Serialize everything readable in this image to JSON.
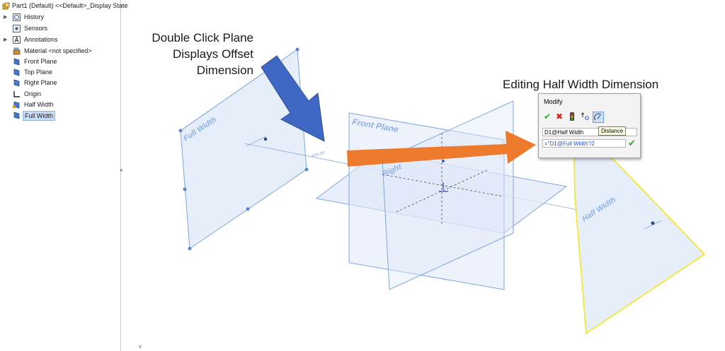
{
  "tree": {
    "root": "Part1 (Default) <<Default>_Display State",
    "items": [
      {
        "label": "History",
        "icon": "history-icon",
        "expand": true
      },
      {
        "label": "Sensors",
        "icon": "sensors-icon",
        "expand": false
      },
      {
        "label": "Annotations",
        "icon": "annotations-icon",
        "expand": true
      },
      {
        "label": "Material <not specified>",
        "icon": "material-icon",
        "expand": false
      },
      {
        "label": "Front Plane",
        "icon": "plane-icon",
        "expand": false
      },
      {
        "label": "Top Plane",
        "icon": "plane-icon",
        "expand": false
      },
      {
        "label": "Right Plane",
        "icon": "plane-icon",
        "expand": false
      },
      {
        "label": "Origin",
        "icon": "origin-icon",
        "expand": false
      },
      {
        "label": "Half Width",
        "icon": "plane-icon",
        "expand": false
      },
      {
        "label": "Full Width",
        "icon": "plane-icon",
        "expand": false,
        "selected": true
      }
    ]
  },
  "callouts": {
    "double_click": [
      "Double Click Plane",
      "Displays Offset",
      "Dimension"
    ],
    "editing": "Editing Half Width Dimension"
  },
  "viewport": {
    "full_width_label": "Full Width",
    "front_plane_label": "Front Plane",
    "right_plane_label": "Right",
    "half_width_label": "Half Width",
    "dim_label": "40in.00",
    "view_indicator": "v"
  },
  "modify_dialog": {
    "title": "Modify",
    "dimension_name": "D1@Half Width",
    "equation": "=\"D1@Full Width\"/2",
    "tooltip": "Distance"
  },
  "colors": {
    "plane_fill": "#e3edf9",
    "plane_edge": "#7fa6de",
    "highlight": "#f2e832",
    "arrow_blue": "#3f68c4",
    "arrow_orange": "#ee7a2e"
  }
}
